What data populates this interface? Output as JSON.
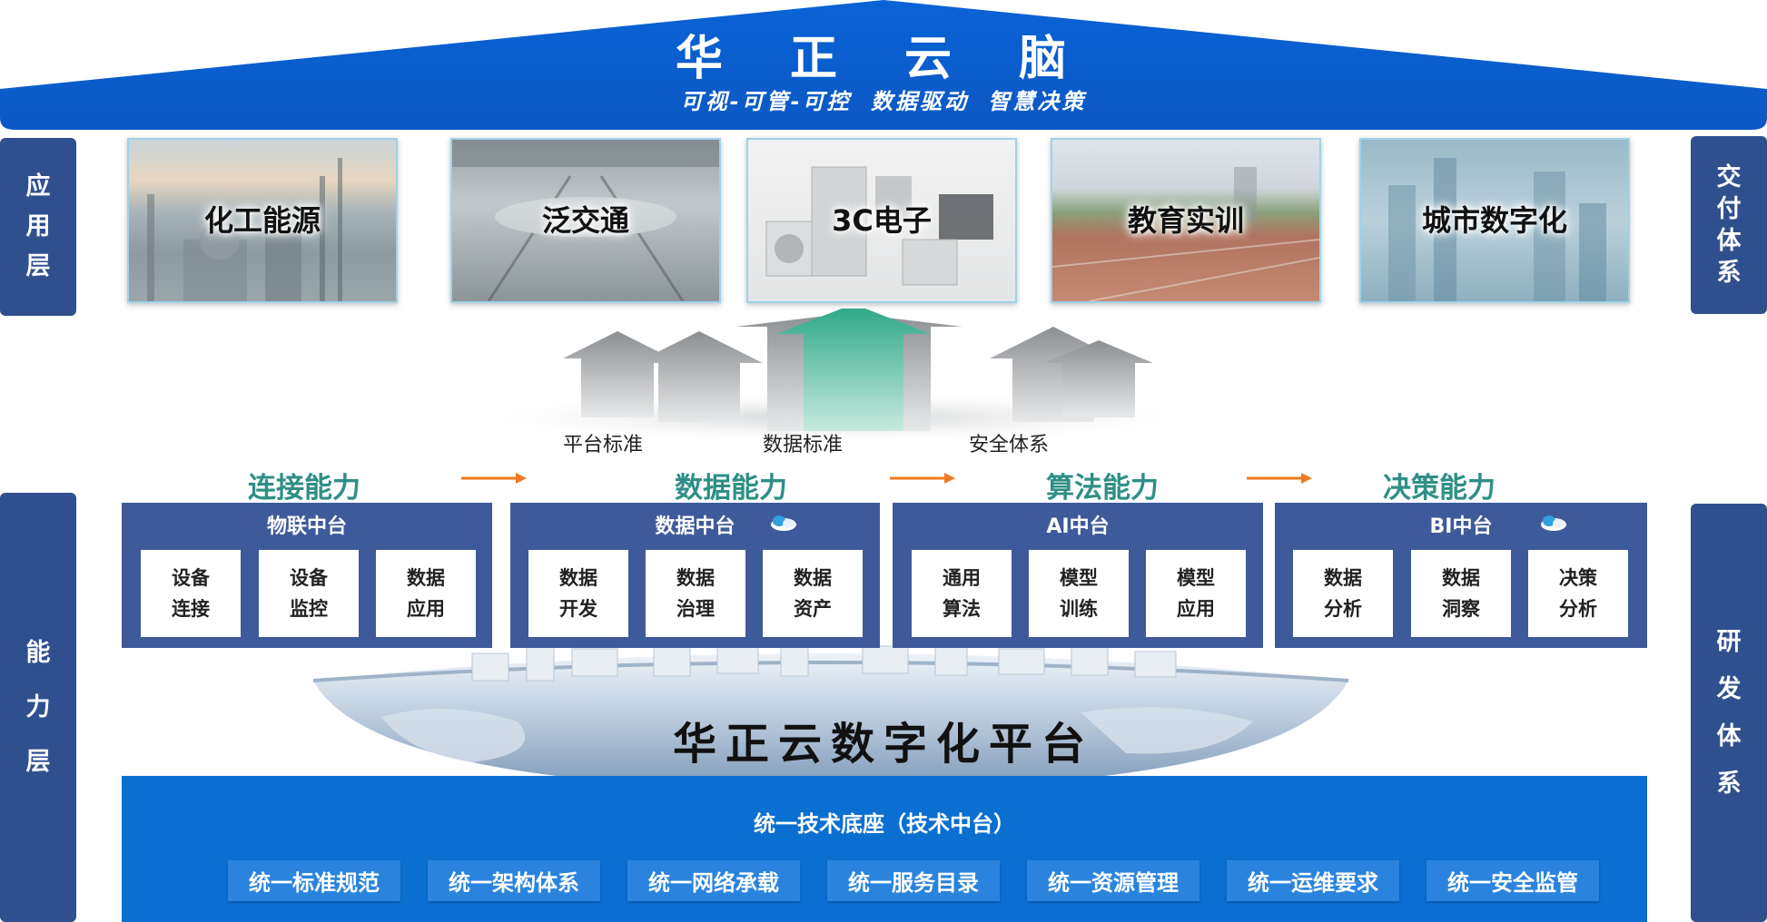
{
  "roof": {
    "title": "华 正 云 脑",
    "subtitle": "可视-可管-可控  数据驱动 智慧决策"
  },
  "sides": {
    "app_layer": "应用层",
    "capability_layer": "能力层",
    "delivery": "交付体系",
    "rnd": "研发体系"
  },
  "apps": [
    {
      "label": "化工能源"
    },
    {
      "label": "泛交通"
    },
    {
      "label": "3C电子"
    },
    {
      "label": "教育实训"
    },
    {
      "label": "城市数字化"
    }
  ],
  "standards": [
    "平台标准",
    "数据标准",
    "安全体系"
  ],
  "capabilities": [
    "连接能力",
    "数据能力",
    "算法能力",
    "决策能力"
  ],
  "platforms": [
    {
      "title": "物联中台",
      "boxes": [
        [
          "设备",
          "连接"
        ],
        [
          "设备",
          "监控"
        ],
        [
          "数据",
          "应用"
        ]
      ]
    },
    {
      "title": "数据中台",
      "boxes": [
        [
          "数据",
          "开发"
        ],
        [
          "数据",
          "治理"
        ],
        [
          "数据",
          "资产"
        ]
      ]
    },
    {
      "title": "AI中台",
      "boxes": [
        [
          "通用",
          "算法"
        ],
        [
          "模型",
          "训练"
        ],
        [
          "模型",
          "应用"
        ]
      ]
    },
    {
      "title": "BI中台",
      "boxes": [
        [
          "数据",
          "分析"
        ],
        [
          "数据",
          "洞察"
        ],
        [
          "决策",
          "分析"
        ]
      ]
    }
  ],
  "globe_title": "华正云数字化平台",
  "base": {
    "title": "统一技术底座（技术中台）",
    "items": [
      "统一标准规范",
      "统一架构体系",
      "统一网络承载",
      "统一服务目录",
      "统一资源管理",
      "统一运维要求",
      "统一安全监管"
    ]
  },
  "colors": {
    "roof": "#0b5fd0",
    "side": "#2f4f8f",
    "platform": "#3f5a9a",
    "capability": "#2f8f86",
    "base": "#0b6fd1",
    "arrow": "#f07a22"
  }
}
